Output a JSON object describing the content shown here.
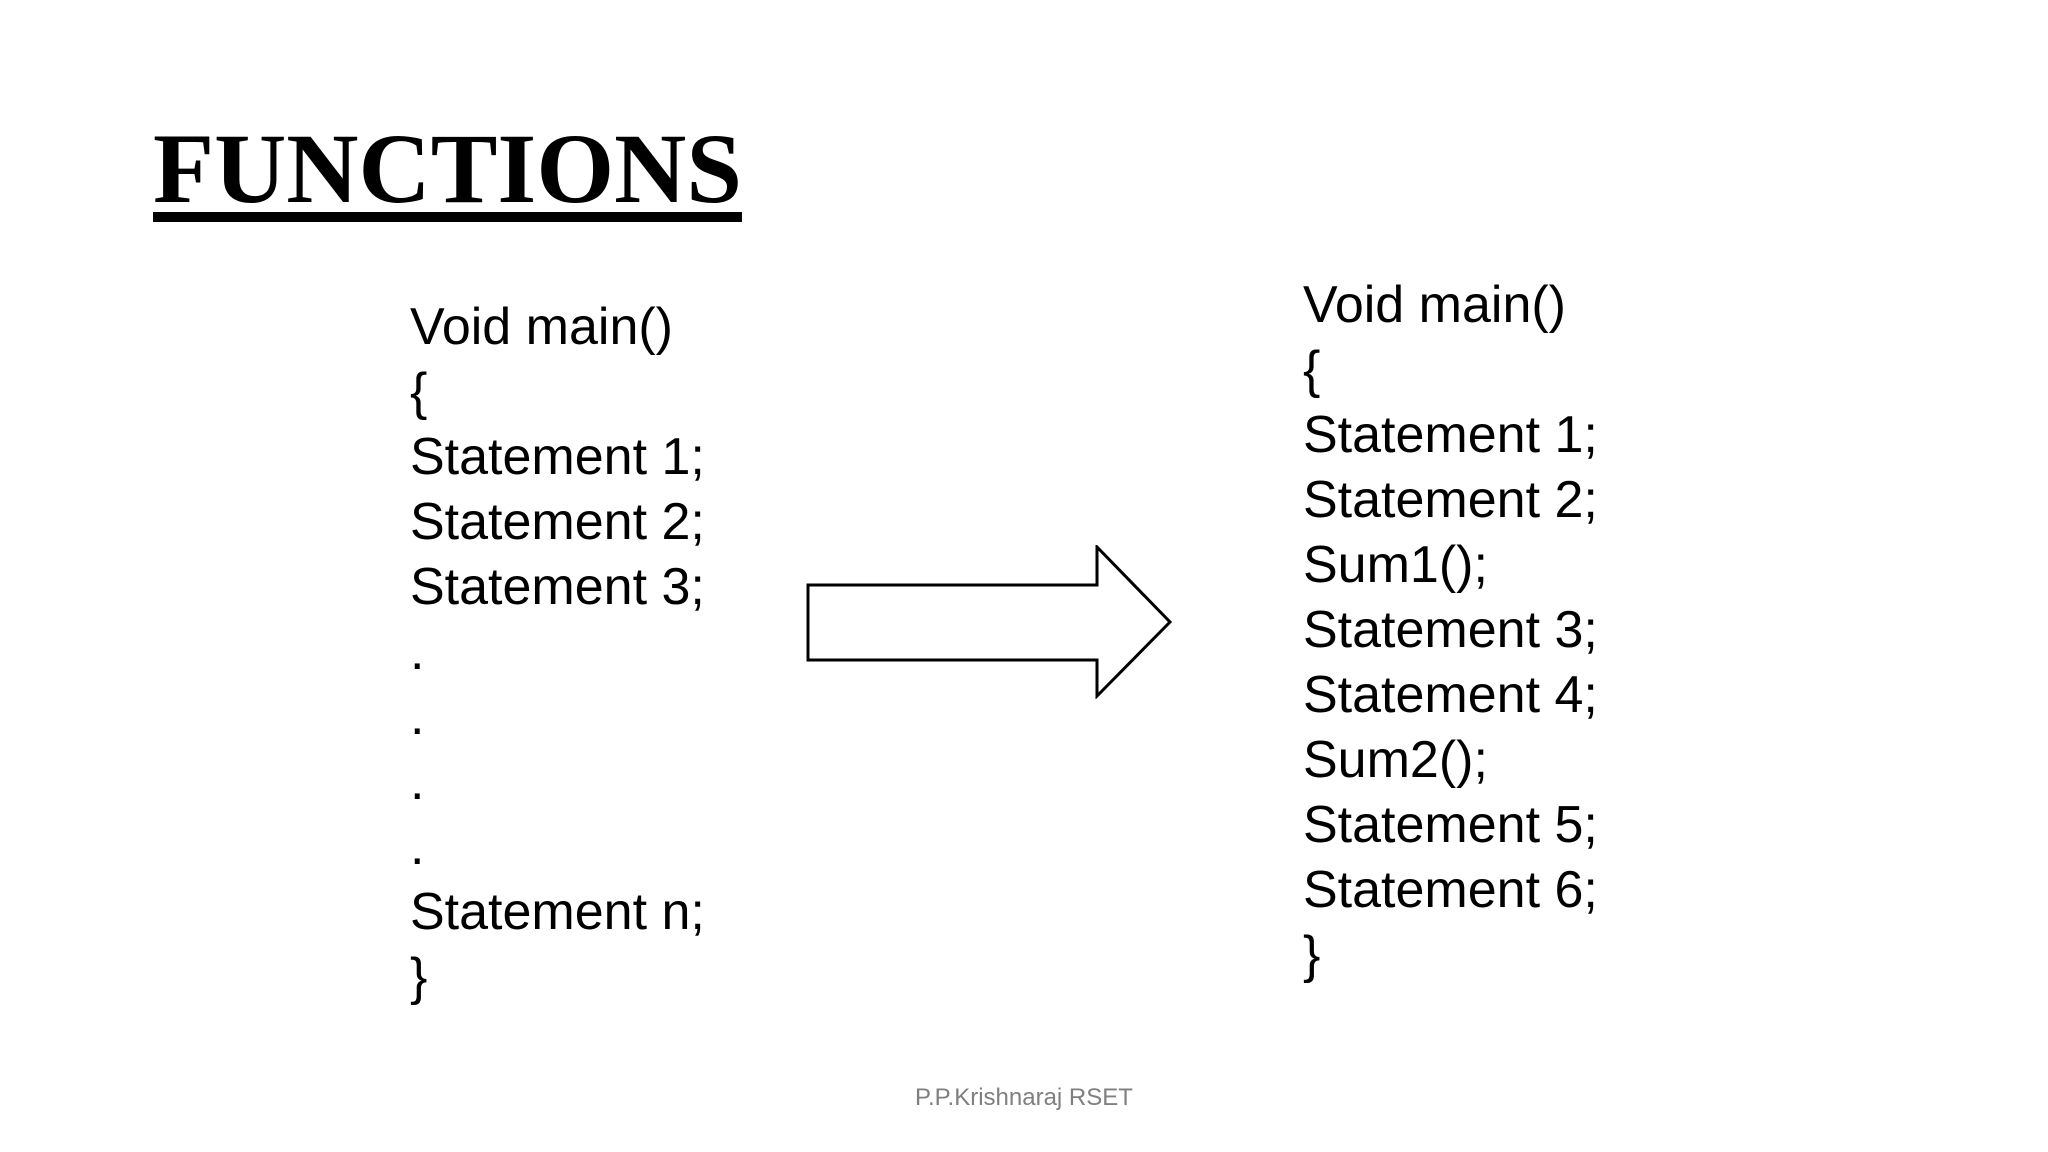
{
  "slide": {
    "background": "#ffffff",
    "text_color": "#000000",
    "title": "FUNCTIONS",
    "code_before": {
      "lines": [
        "Void main()",
        "{",
        "Statement 1;",
        "Statement 2;",
        "Statement 3;",
        ".",
        ".",
        ".",
        ".",
        "Statement n;",
        "}"
      ]
    },
    "arrow_icon": "right-block-arrow",
    "arrow_style": {
      "fill": "#ffffff",
      "stroke": "#000000"
    },
    "code_after": {
      "lines": [
        "Void main()",
        "{",
        "Statement 1;",
        "Statement 2;",
        "Sum1();",
        "Statement 3;",
        "Statement 4;",
        "Sum2();",
        "Statement 5;",
        "Statement 6;",
        "}"
      ]
    },
    "footer": "P.P.Krishnaraj RSET",
    "footer_color": "#7f7f7f"
  }
}
